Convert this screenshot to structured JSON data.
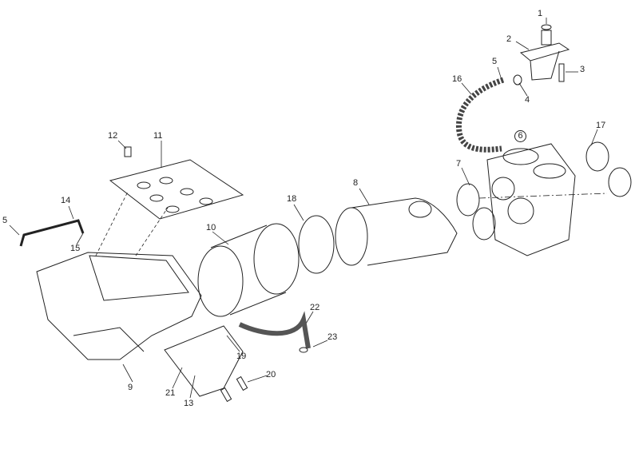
{
  "diagram": {
    "type": "exploded-parts-view",
    "callouts": [
      {
        "id": "c1",
        "text": "1"
      },
      {
        "id": "c2",
        "text": "2"
      },
      {
        "id": "c3",
        "text": "3"
      },
      {
        "id": "c4",
        "text": "4"
      },
      {
        "id": "c5a",
        "text": "5"
      },
      {
        "id": "c16",
        "text": "16"
      },
      {
        "id": "c6",
        "text": "6"
      },
      {
        "id": "c17",
        "text": "17"
      },
      {
        "id": "c7",
        "text": "7"
      },
      {
        "id": "c8",
        "text": "8"
      },
      {
        "id": "c18",
        "text": "18"
      },
      {
        "id": "c12",
        "text": "12"
      },
      {
        "id": "c11",
        "text": "11"
      },
      {
        "id": "c14",
        "text": "14"
      },
      {
        "id": "c5b",
        "text": "5"
      },
      {
        "id": "c15",
        "text": "15"
      },
      {
        "id": "c10",
        "text": "10"
      },
      {
        "id": "c22",
        "text": "22"
      },
      {
        "id": "c23",
        "text": "23"
      },
      {
        "id": "c19",
        "text": "19"
      },
      {
        "id": "c20",
        "text": "20"
      },
      {
        "id": "c21",
        "text": "21"
      },
      {
        "id": "c13",
        "text": "13"
      },
      {
        "id": "c9",
        "text": "9"
      }
    ]
  }
}
